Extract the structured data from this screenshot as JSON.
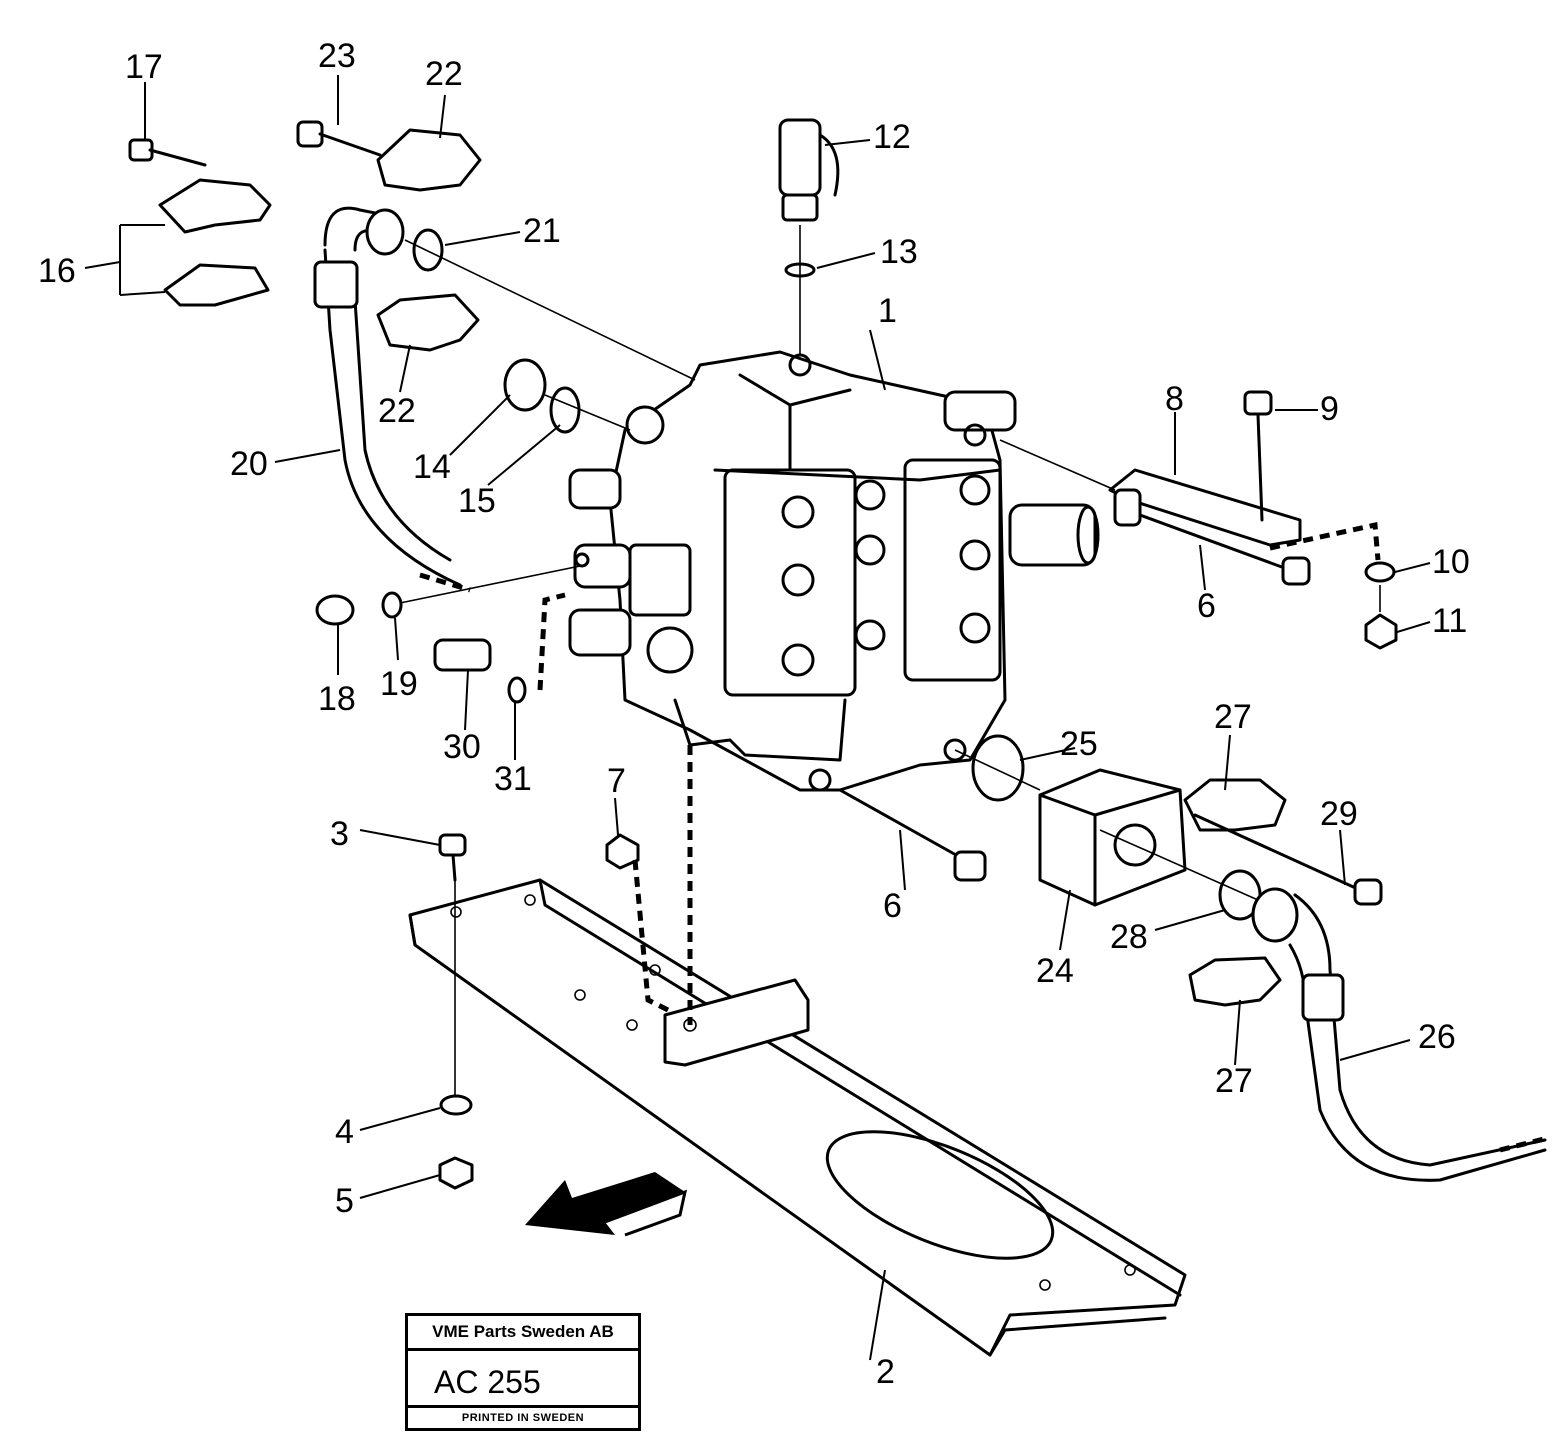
{
  "diagram": {
    "labels": {
      "p1": "1",
      "p2": "2",
      "p3": "3",
      "p4": "4",
      "p5": "5",
      "p6a": "6",
      "p6b": "6",
      "p7": "7",
      "p8": "8",
      "p9": "9",
      "p10": "10",
      "p11": "11",
      "p12": "12",
      "p13": "13",
      "p14": "14",
      "p15": "15",
      "p16": "16",
      "p17": "17",
      "p18": "18",
      "p19": "19",
      "p20": "20",
      "p21": "21",
      "p22a": "22",
      "p22b": "22",
      "p23": "23",
      "p24": "24",
      "p25": "25",
      "p26": "26",
      "p27a": "27",
      "p27b": "27",
      "p28": "28",
      "p29": "29",
      "p30": "30",
      "p31": "31"
    }
  },
  "stamp": {
    "company": "VME Parts Sweden AB",
    "code": "AC 255",
    "footer": "PRINTED IN SWEDEN"
  }
}
